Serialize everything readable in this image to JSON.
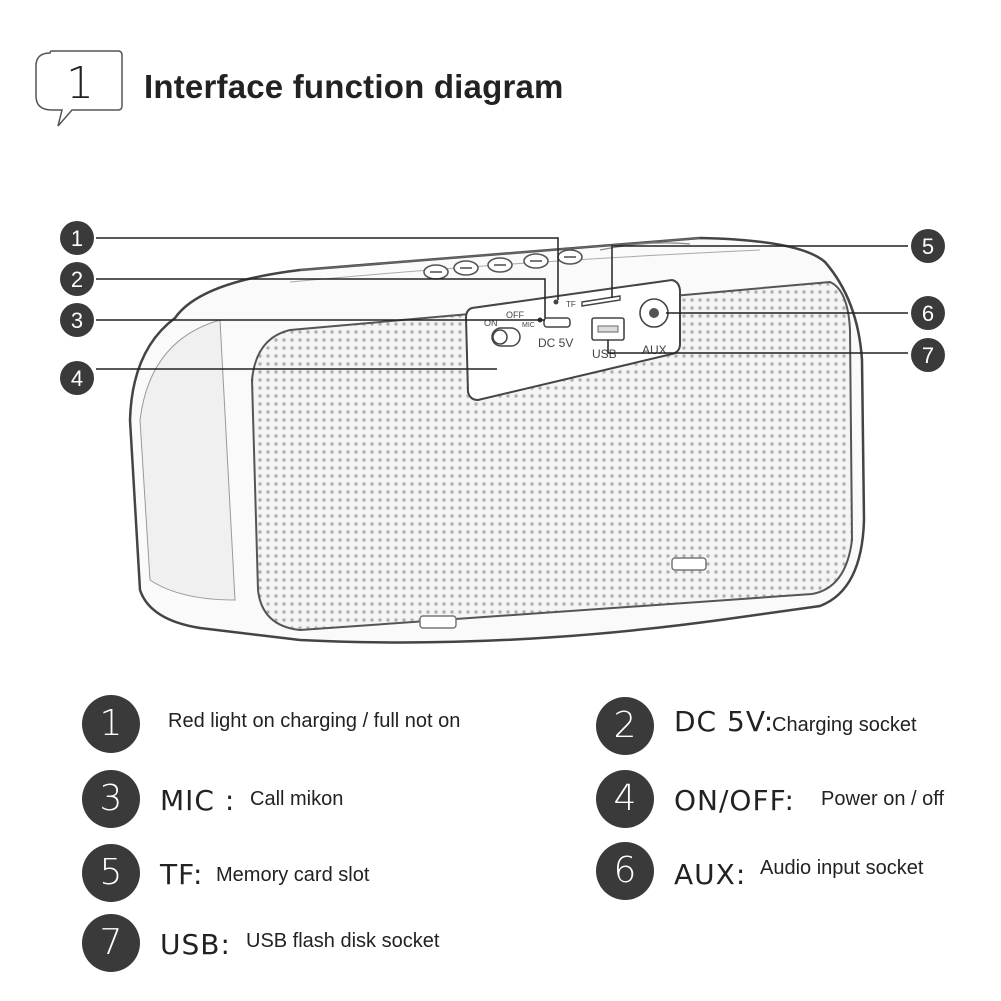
{
  "header": {
    "badge_number": "1",
    "title": "Interface function diagram"
  },
  "diagram": {
    "panel": {
      "on_label": "ON",
      "off_label": "OFF",
      "mic_label": "MIC",
      "tf_label": "TF",
      "dc_label": "DC 5V",
      "usb_label": "USB",
      "aux_label": "AUX"
    },
    "callouts": [
      "1",
      "2",
      "3",
      "4",
      "5",
      "6",
      "7"
    ]
  },
  "legend": [
    {
      "number": "1",
      "key": "",
      "description": "Red light on charging / full not on"
    },
    {
      "number": "2",
      "key": "DC 5V:",
      "description": "Charging socket"
    },
    {
      "number": "3",
      "key": "MIC :",
      "description": "Call mikon"
    },
    {
      "number": "4",
      "key": "ON/OFF:",
      "description": "Power on / off"
    },
    {
      "number": "5",
      "key": "TF:",
      "description": "Memory card slot"
    },
    {
      "number": "6",
      "key": "AUX:",
      "description": "Audio input socket"
    },
    {
      "number": "7",
      "key": "USB:",
      "description": "USB flash disk socket"
    }
  ],
  "colors": {
    "badge_fill": "#3a3a3a",
    "line": "#222222",
    "outline": "#9a9a9a"
  }
}
